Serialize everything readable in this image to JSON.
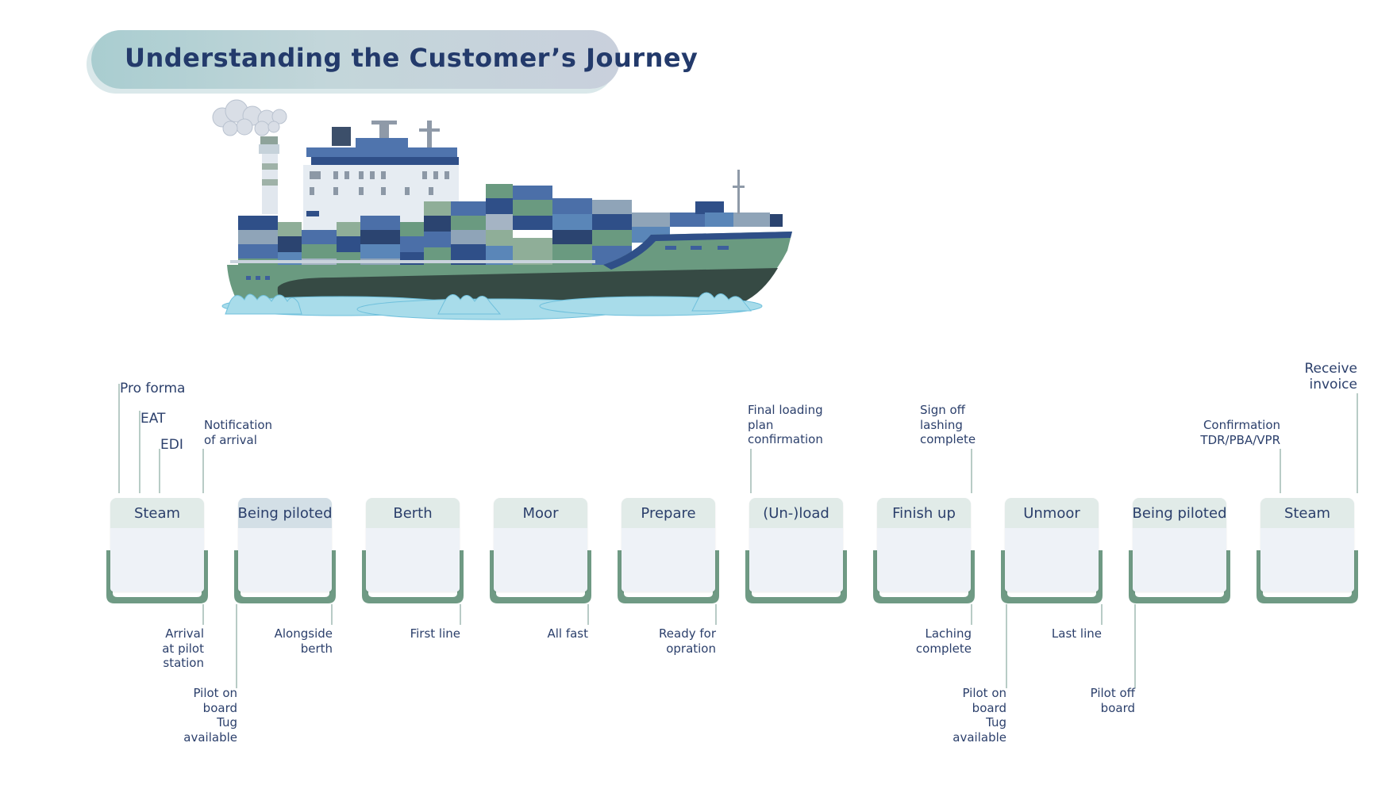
{
  "title": "Understanding the Customer’s Journey",
  "stages": [
    {
      "label": "Steam"
    },
    {
      "label": "Being piloted"
    },
    {
      "label": "Berth"
    },
    {
      "label": "Moor"
    },
    {
      "label": "Prepare"
    },
    {
      "label": "(Un-)load"
    },
    {
      "label": "Finish up"
    },
    {
      "label": "Unmoor"
    },
    {
      "label": "Being piloted"
    },
    {
      "label": "Steam"
    }
  ],
  "top_labels": {
    "pro_forma": "Pro forma",
    "eat": "EAT",
    "edi": "EDI",
    "notification": [
      "Notification",
      "of arrival"
    ],
    "final_loading": [
      "Final loading",
      "plan",
      "confirmation"
    ],
    "sign_off": [
      "Sign off",
      "lashing",
      "complete"
    ],
    "confirmation": [
      "Confirmation",
      "TDR/PBA/VPR"
    ],
    "receive_invoice": [
      "Receive",
      "invoice"
    ]
  },
  "bottom_labels": {
    "arrival": [
      "Arrival",
      "at pilot",
      "station"
    ],
    "pilot_on_board_1": [
      "Pilot on",
      "board",
      "Tug",
      "available"
    ],
    "alongside": [
      "Alongside",
      "berth"
    ],
    "first_line": "First line",
    "all_fast": "All fast",
    "ready": [
      "Ready for",
      "opration"
    ],
    "laching": [
      "Laching",
      "complete"
    ],
    "pilot_on_board_2": [
      "Pilot on",
      "board",
      "Tug",
      "available"
    ],
    "last_line": "Last line",
    "pilot_off": [
      "Pilot off",
      "board"
    ]
  },
  "colors": {
    "hull_green": "#6a9a80",
    "cup_green": "#6f9a84",
    "navy_text": "#2b3f6b",
    "container_blue": "#3d5f9c",
    "water": "#a8dcea"
  }
}
